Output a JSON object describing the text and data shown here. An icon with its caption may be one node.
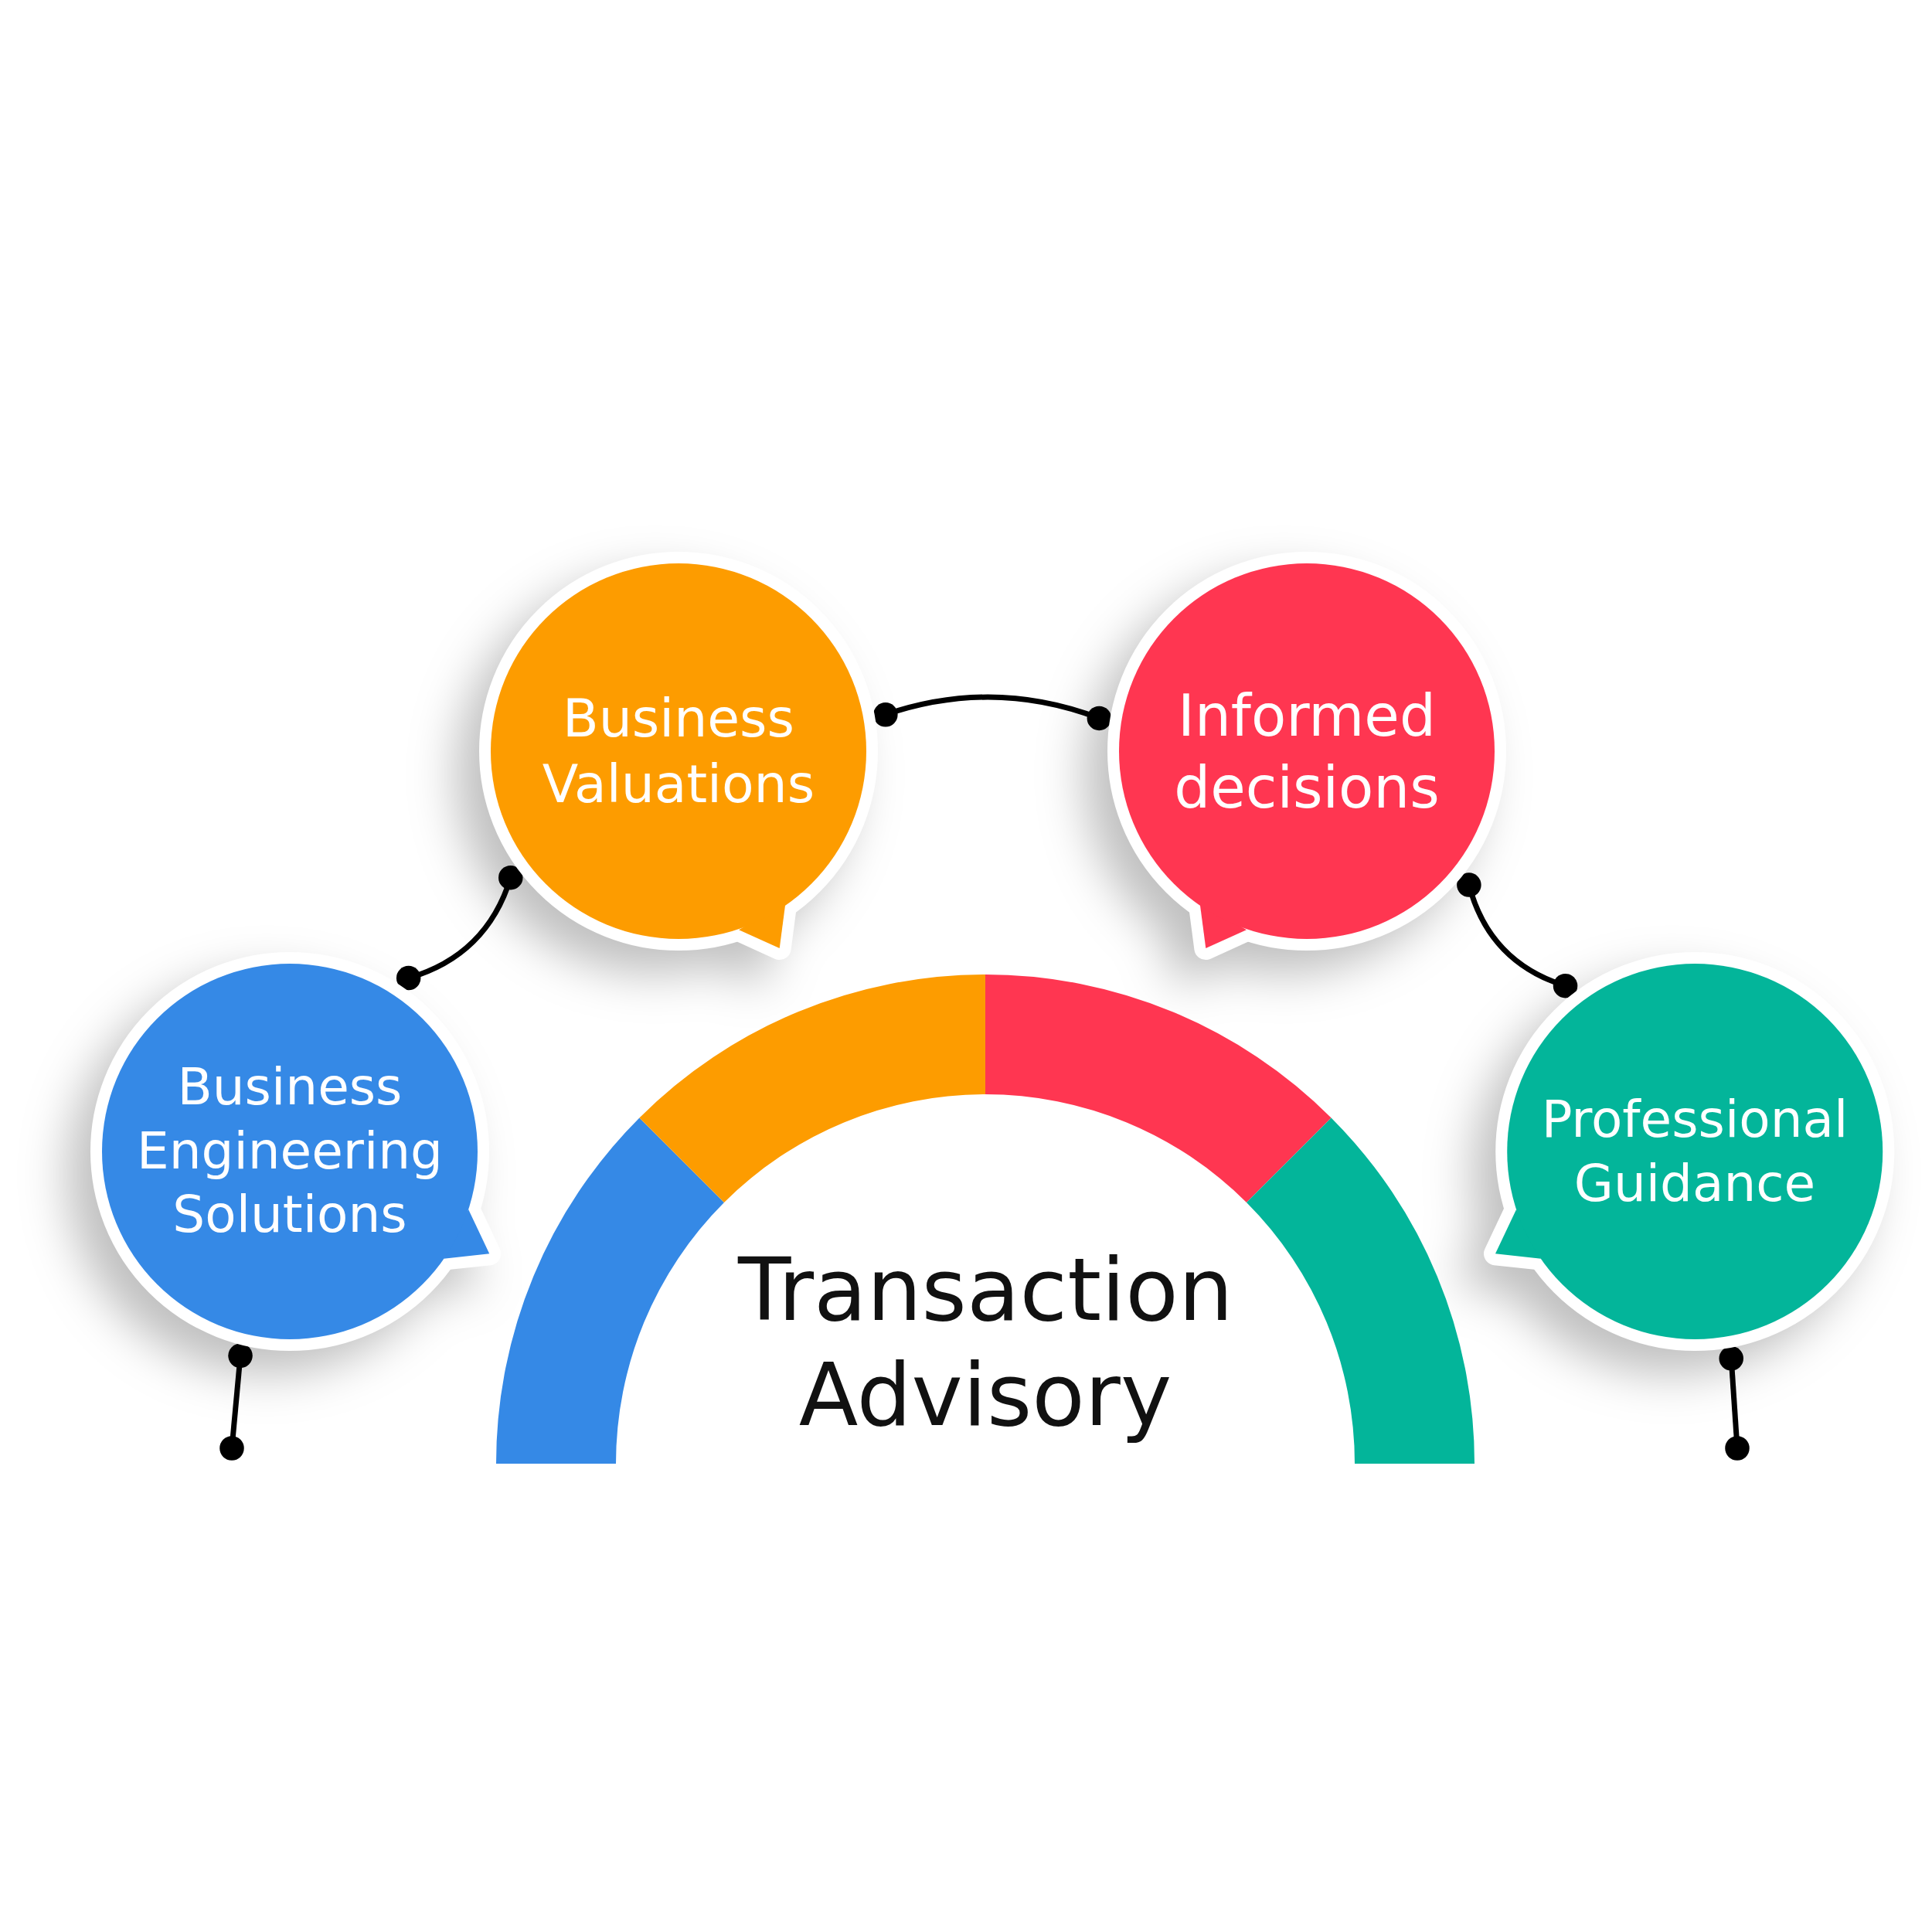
{
  "diagram": {
    "nodes": [
      {
        "text": [
          "Business Engineering Solutions"
        ]
      },
      {
        "text": [
          "Business Valuations"
        ]
      },
      {
        "text": [
          "Informed decisions"
        ]
      },
      {
        "text": [
          "Professional Guidance"
        ]
      },
      {
        "text": [
          "Transaction Advisory"
        ]
      }
    ],
    "edges": [
      {
        "from": 0,
        "to": 1,
        "arrow": "other"
      },
      {
        "from": 1,
        "to": 2,
        "arrow": "other"
      },
      {
        "from": 2,
        "to": 3,
        "arrow": "other"
      },
      {
        "from": 0,
        "to": null,
        "arrow": "other"
      },
      {
        "from": 3,
        "to": null,
        "arrow": "other"
      }
    ]
  }
}
